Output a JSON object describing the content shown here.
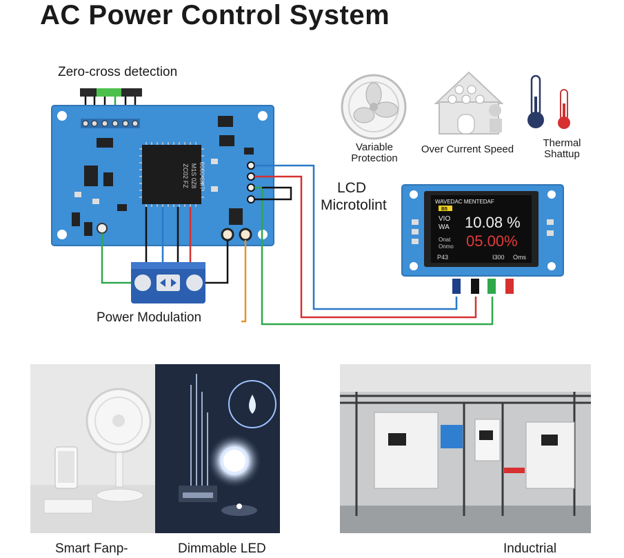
{
  "title": "AC Power Control System",
  "labels": {
    "zero_cross": "Zero-cross detection",
    "power_modulation": "Power Modulation",
    "lcd": "LCD",
    "microtolint": "Microtolint",
    "variable": "Variable",
    "protection": "Protection",
    "over_current_speed": "Over Current Speed",
    "thermal": "Thermal",
    "shuttup": "Shattup"
  },
  "chip": {
    "line1": "ZC02 FZ",
    "line2": "M1S 0Z8",
    "line3": "0000 8MT"
  },
  "lcd_screen": {
    "header": "WAVEDAC MENTEDAF",
    "tag": "B5",
    "v_label": "VIO",
    "w_label": "WA",
    "value1": "10.08 %",
    "value2": "05.00%",
    "side1": "Onat",
    "side2": "Onmo",
    "foot1": "P43",
    "foot2": "I300",
    "foot3": "Oms"
  },
  "photos": {
    "caption_fan": "Smart Fanp-",
    "caption_led": "Dimmable LED",
    "caption_industrial": "Inductrial"
  },
  "colors": {
    "pcb": "#3d8fd6",
    "wire_blue": "#2a78c8",
    "wire_red": "#d63030",
    "wire_green": "#2fa84a",
    "wire_orange": "#e8902a",
    "lcd_value_red": "#e23a3a"
  }
}
